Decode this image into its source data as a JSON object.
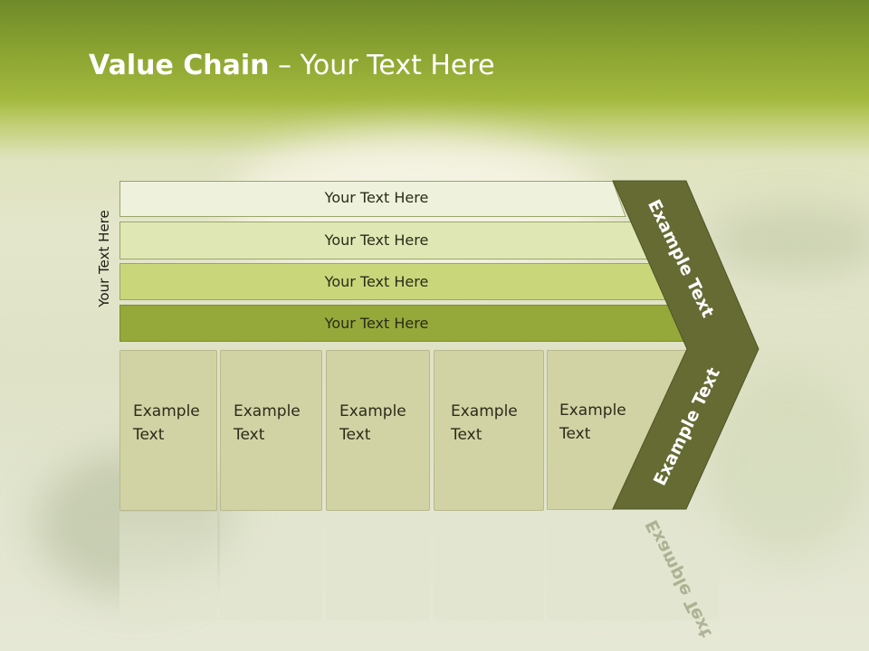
{
  "slide": {
    "title_bold": "Value Chain",
    "title_rest": " – Your Text Here",
    "side_label": "Your Text Here"
  },
  "bars": [
    {
      "label": "Your Text Here",
      "color": "#eef2dc"
    },
    {
      "label": "Your Text Here",
      "color": "#dfe7b4"
    },
    {
      "label": "Your Text Here",
      "color": "#c9d77a"
    },
    {
      "label": "Your Text Here",
      "color": "#95a93a"
    }
  ],
  "columns": [
    {
      "label_line1": "Example",
      "label_line2": "Text"
    },
    {
      "label_line1": "Example",
      "label_line2": "Text"
    },
    {
      "label_line1": "Example",
      "label_line2": "Text"
    },
    {
      "label_line1": "Example",
      "label_line2": "Text"
    },
    {
      "label_line1": "Example",
      "label_line2": "Text"
    }
  ],
  "chevron": {
    "upper_label": "Example Text",
    "lower_label": "Example Text",
    "color": "#656b33"
  },
  "colors": {
    "column_fill": "#d2d3a4",
    "column_border": "#b8b98c"
  }
}
